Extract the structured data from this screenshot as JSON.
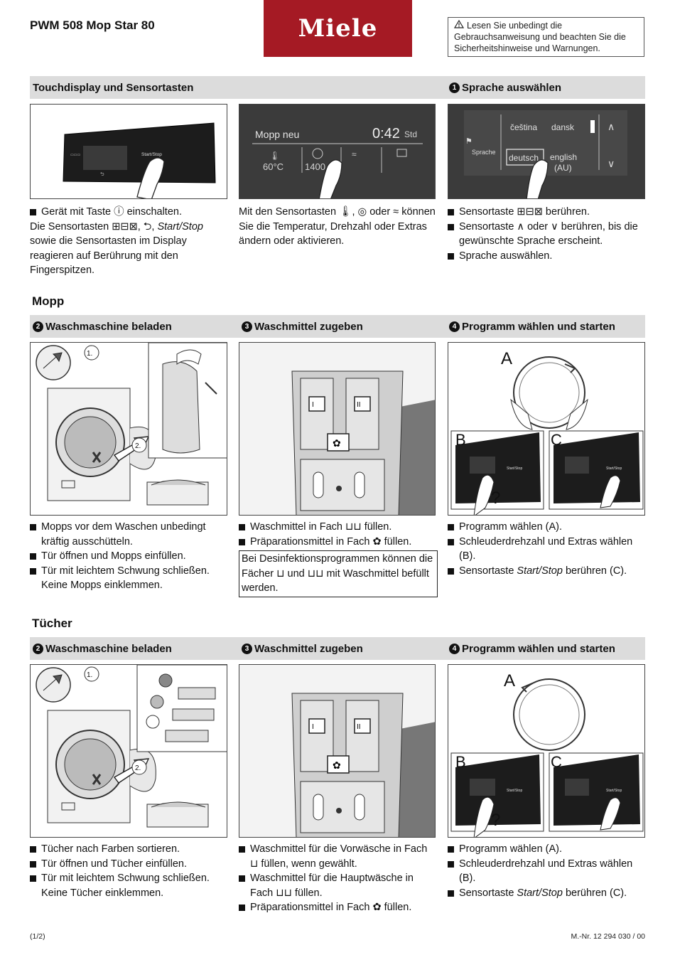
{
  "header": {
    "title": "PWM 508 Mop Star 80",
    "logo": "Miele",
    "warning": "Lesen Sie unbedingt die Gebrauchsanweisung und beachten Sie die Sicherheitshinweise und Warnungen."
  },
  "touch": {
    "bar_left": "Touchdisplay und Sensortasten",
    "step1_num": "1",
    "bar_right": "Sprache auswählen",
    "img1": {
      "start_stop": "Start/Stop"
    },
    "img2": {
      "program": "Mopp neu",
      "time": "0:42",
      "time_unit": "Std",
      "temp": "60°C",
      "spin": "1400"
    },
    "img3": {
      "label": "Sprache",
      "langs": [
        "čeština",
        "dansk",
        "deutsch",
        "english",
        "(AU)"
      ],
      "up": "∧",
      "down": "∨"
    },
    "text1": {
      "b1_pre": "Gerät mit Taste",
      "b1_post": "einschalten.",
      "p_pre": "Die Sensortasten",
      "p_mid": ",",
      "p_italic": "Start/Stop",
      "p_post": "sowie die Sensortasten im Display reagieren auf Berührung mit den Fingerspitzen."
    },
    "text2": {
      "pre": "Mit den Sensortasten",
      "mid1": ",",
      "mid2": "oder",
      "post": "können Sie die Temperatur, Drehzahl oder Extras ändern oder aktivieren."
    },
    "text3": {
      "b1_pre": "Sensortaste",
      "b1_post": "berühren.",
      "b2_pre": "Sensortaste",
      "b2_mid": "oder",
      "b2_post": "berühren, bis die gewünschte Sprache erscheint.",
      "b3": "Sprache auswählen."
    }
  },
  "mopp": {
    "heading": "Mopp",
    "col1": {
      "num": "2",
      "title": "Waschmaschine beladen",
      "step1": "1.",
      "step2": "2.",
      "bullets": [
        "Mopps vor dem Waschen unbedingt kräftig ausschütteln.",
        "Tür öffnen und Mopps einfüllen.",
        "Tür mit leichtem Schwung schließen. Keine Mopps einklemmen."
      ]
    },
    "col2": {
      "num": "3",
      "title": "Waschmittel zugeben",
      "b1_pre": "Waschmittel in Fach",
      "b1_post": "füllen.",
      "b2_pre": "Präparationsmittel in Fach",
      "b2_post": "füllen.",
      "note_pre": "Bei Desinfektionsprogrammen können die Fächer",
      "note_mid": "und",
      "note_post": "mit Waschmittel befüllt werden."
    },
    "col3": {
      "num": "4",
      "title": "Programm wählen und starten",
      "A": "A",
      "B": "B",
      "C": "C",
      "start_stop": "Start/Stop",
      "b1": "Programm wählen (A).",
      "b2": "Schleuderdrehzahl und Extras wählen (B).",
      "b3_pre": "Sensortaste",
      "b3_italic": "Start/Stop",
      "b3_post": "berühren (C)."
    }
  },
  "tuecher": {
    "heading": "Tücher",
    "col1": {
      "num": "2",
      "title": "Waschmaschine beladen",
      "step1": "1.",
      "step2": "2.",
      "bullets": [
        "Tücher nach Farben sortieren.",
        "Tür öffnen und Tücher einfüllen.",
        "Tür mit leichtem Schwung schließen. Keine Tücher einklemmen."
      ]
    },
    "col2": {
      "num": "3",
      "title": "Waschmittel zugeben",
      "b1_pre": "Waschmittel für die Vorwäsche in Fach",
      "b1_post": "füllen, wenn gewählt.",
      "b2_pre": "Waschmittel für die Hauptwäsche in Fach",
      "b2_post": "füllen.",
      "b3_pre": "Präparationsmittel in Fach",
      "b3_post": "füllen."
    },
    "col3": {
      "num": "4",
      "title": "Programm wählen und starten",
      "A": "A",
      "B": "B",
      "C": "C",
      "start_stop": "Start/Stop",
      "b1": "Programm wählen (A).",
      "b2": "Schleuderdrehzahl und Extras wählen (B).",
      "b3_pre": "Sensortaste",
      "b3_italic": "Start/Stop",
      "b3_post": "berühren (C)."
    }
  },
  "footer": {
    "left": "(1/2)",
    "right": "M.-Nr. 12 294 030 / 00"
  }
}
